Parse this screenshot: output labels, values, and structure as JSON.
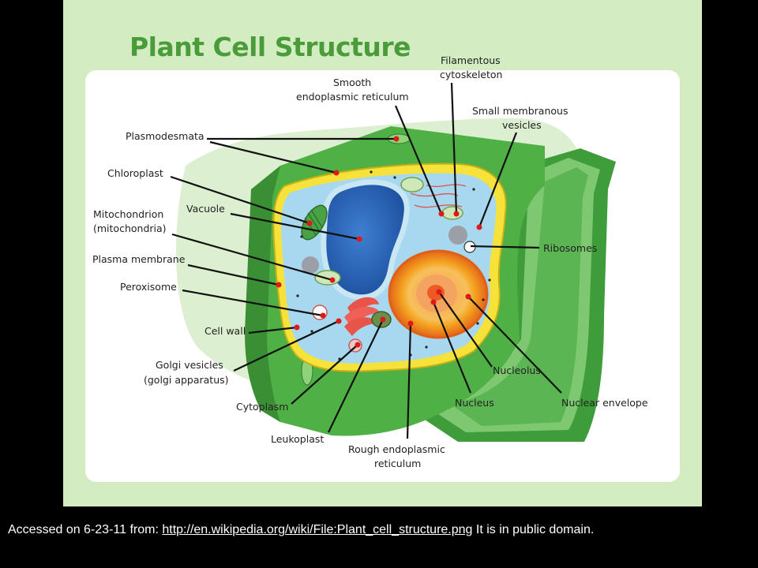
{
  "title": "Plant Cell Structure",
  "labels": {
    "plasmodesmata": "Plasmodesmata",
    "chloroplast": "Chloroplast",
    "mitochondrion_1": "Mitochondrion",
    "mitochondrion_2": "(mitochondria)",
    "vacuole": "Vacuole",
    "plasma_membrane": "Plasma membrane",
    "peroxisome": "Peroxisome",
    "cell_wall": "Cell wall",
    "golgi_1": "Golgi vesicles",
    "golgi_2": "(golgi apparatus)",
    "cytoplasm": "Cytoplasm",
    "leukoplast": "Leukoplast",
    "rough_er_1": "Rough endoplasmic",
    "rough_er_2": "reticulum",
    "smooth_er_1": "Smooth",
    "smooth_er_2": "endoplasmic reticulum",
    "filamentous_1": "Filamentous",
    "filamentous_2": "cytoskeleton",
    "small_vesicles_1": "Small membranous",
    "small_vesicles_2": "vesicles",
    "ribosomes": "Ribosomes",
    "nucleolus": "Nucleolus",
    "nucleus": "Nucleus",
    "nuclear_envelope": "Nuclear envelope"
  },
  "footer": {
    "prefix": "Accessed on 6-23-11 from: ",
    "link": "http://en.wikipedia.org/wiki/File:Plant_cell_structure.png",
    "suffix": " It is in public domain."
  },
  "colors": {
    "background": "#000000",
    "slide": "#d3ecc2",
    "title": "#4a9c3a",
    "cell_wall": "#4fb046",
    "cytoplasm": "#a8d8ef",
    "vacuole": "#2f63b4",
    "nucleus": "#f39c1f",
    "label_dot": "#e01818"
  }
}
